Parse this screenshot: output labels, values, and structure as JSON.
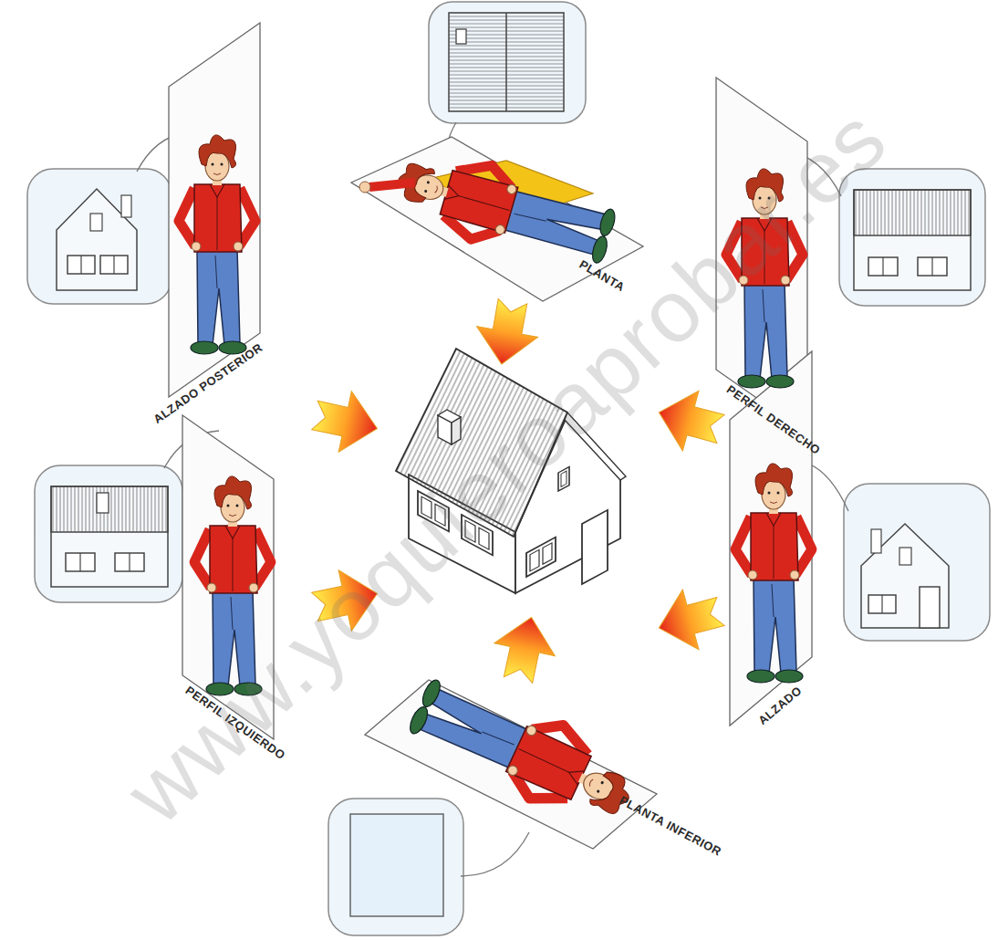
{
  "diagram": {
    "labels": [
      "ALZADO POSTERIOR",
      "PLANTA",
      "PERFIL DERECHO",
      "PERFIL IZQUIERDO",
      "ALZADO",
      "PLANTA INFERIOR",
      "www.yoquieroaprobar.es"
    ]
  }
}
